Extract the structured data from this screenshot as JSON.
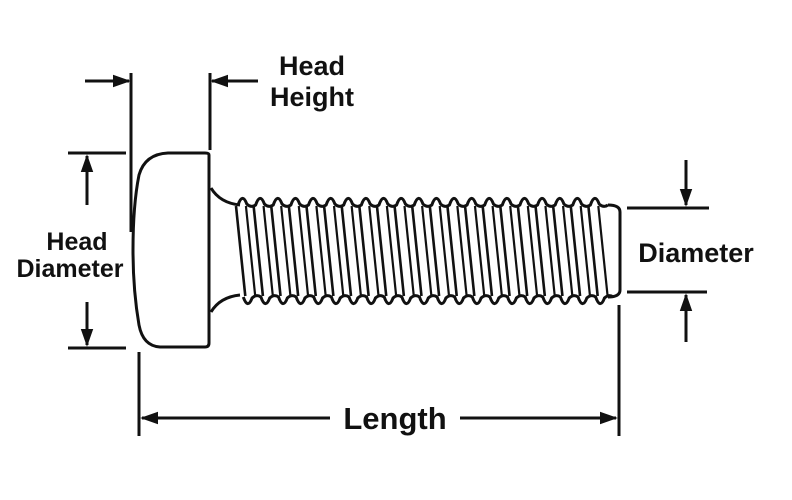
{
  "diagram": {
    "subject": "Pan head machine screw",
    "line_color": "#111111",
    "background": "#ffffff",
    "labels": {
      "head_height": [
        "Head",
        "Height"
      ],
      "head_diameter": [
        "Head",
        "Diameter"
      ],
      "diameter": "Diameter",
      "length": "Length"
    },
    "thread_crest_count": 21
  }
}
